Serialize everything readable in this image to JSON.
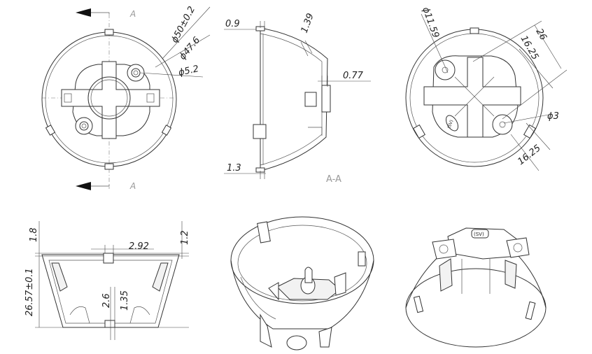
{
  "top_view": {
    "section_mark_top": "A",
    "section_mark_bottom": "A",
    "dims": {
      "outer_dia": "ϕ50±0.2",
      "inner_dia": "ϕ47.6",
      "hole_dia": "ϕ5.2"
    }
  },
  "section_view": {
    "caption": "A-A",
    "dims": {
      "top_lip": "0.9",
      "wall": "1.39",
      "step": "0.77",
      "bottom": "1.3"
    }
  },
  "bottom_view": {
    "dims": {
      "bore_dia": "ϕ11.59",
      "span": "26",
      "half_span_a": "16.25",
      "half_span_b": "16.25",
      "hole_dia": "ϕ3"
    },
    "emblem": "(SV)"
  },
  "side_view": {
    "dims": {
      "rim_top": "1.8",
      "rim_right": "1.2",
      "center_tab": "2.92",
      "height": "26.57±0.1",
      "base": "2.6",
      "base_step": "1.35"
    }
  },
  "persp_bottom": {
    "emblem": "(SV)"
  }
}
